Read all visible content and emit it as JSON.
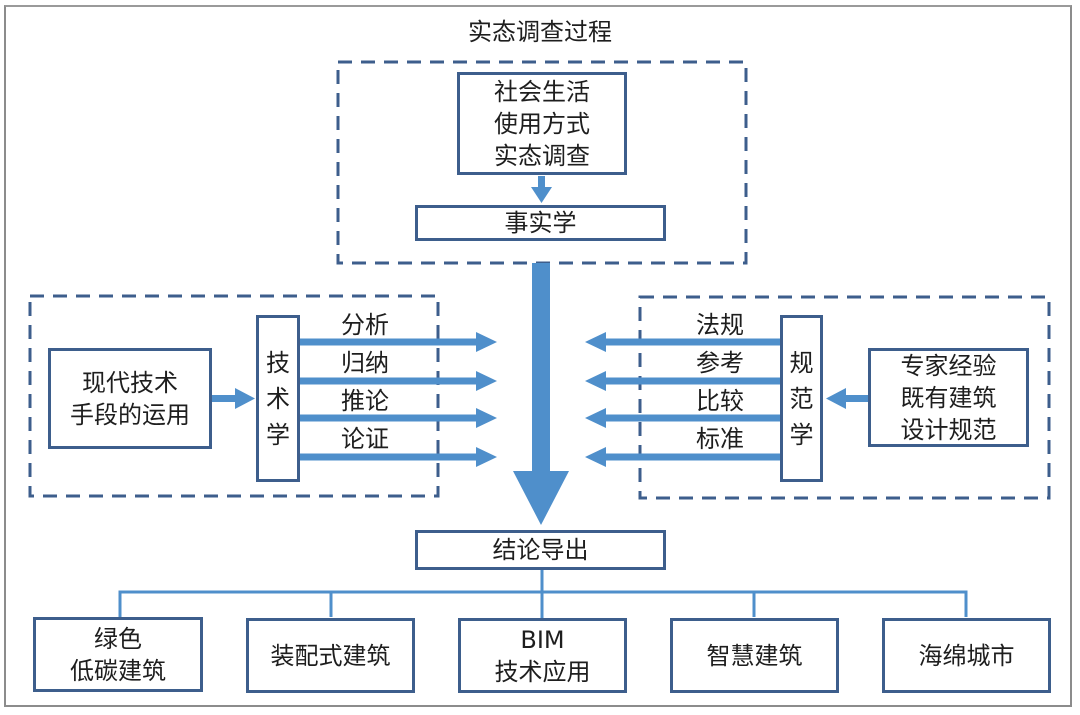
{
  "title": "实态调查过程",
  "colors": {
    "box_border": "#3d5e8c",
    "dashed_border": "#3d5e8c",
    "arrow": "#4f8fcb",
    "frame": "#8c8c8c"
  },
  "top_group": {
    "survey_box": [
      "社会生活",
      "使用方式",
      "实态调查"
    ],
    "fact_box": "事实学"
  },
  "left_group": {
    "source_box": [
      "现代技术",
      "手段的运用"
    ],
    "tech_box": [
      "技",
      "术",
      "学"
    ],
    "arrow_labels": [
      "分析",
      "归纳",
      "推论",
      "论证"
    ]
  },
  "right_group": {
    "source_box": [
      "专家经验",
      "既有建筑",
      "设计规范"
    ],
    "norm_box": [
      "规",
      "范",
      "学"
    ],
    "arrow_labels": [
      "法规",
      "参考",
      "比较",
      "标准"
    ]
  },
  "conclusion": "结论导出",
  "outcomes": [
    [
      "绿色",
      "低碳建筑"
    ],
    [
      "装配式建筑"
    ],
    [
      "BIM",
      "技术应用"
    ],
    [
      "智慧建筑"
    ],
    [
      "海绵城市"
    ]
  ]
}
